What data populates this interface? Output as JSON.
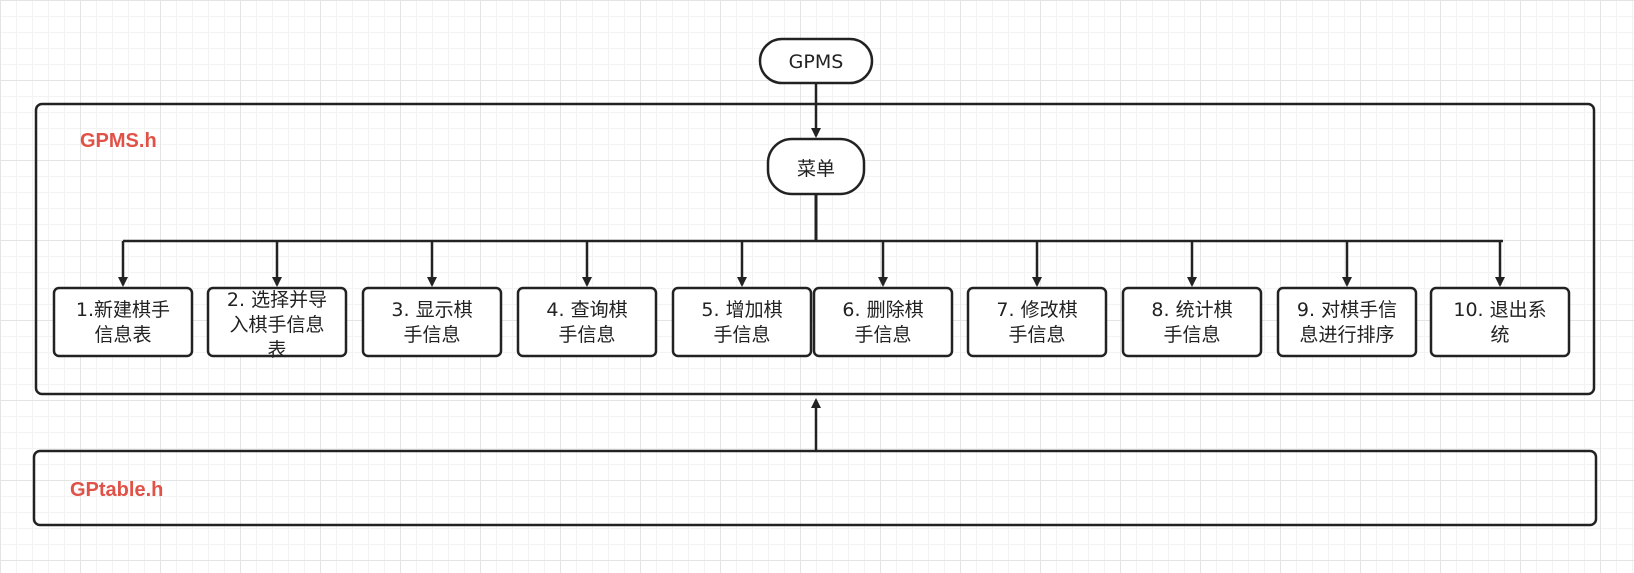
{
  "root": {
    "label": "GPMS"
  },
  "menu": {
    "label": "菜单"
  },
  "modules": {
    "gpms_h": "GPMS.h",
    "gptable_h": "GPtable.h"
  },
  "functions": [
    {
      "id": "create",
      "lines": [
        "1.新建棋手",
        "信息表"
      ]
    },
    {
      "id": "import",
      "lines": [
        "2. 选择并导",
        "入棋手信息",
        "表"
      ]
    },
    {
      "id": "display",
      "lines": [
        "3. 显示棋",
        "手信息"
      ]
    },
    {
      "id": "query",
      "lines": [
        "4. 查询棋",
        "手信息"
      ]
    },
    {
      "id": "add",
      "lines": [
        "5. 增加棋",
        "手信息"
      ]
    },
    {
      "id": "delete",
      "lines": [
        "6. 删除棋",
        "手信息"
      ]
    },
    {
      "id": "modify",
      "lines": [
        "7. 修改棋",
        "手信息"
      ]
    },
    {
      "id": "stats",
      "lines": [
        "8. 统计棋",
        "手信息"
      ]
    },
    {
      "id": "sort",
      "lines": [
        "9. 对棋手信",
        "息进行排序"
      ]
    },
    {
      "id": "exit",
      "lines": [
        "10. 退出系",
        "统"
      ]
    }
  ],
  "colors": {
    "module_label": "#e05248",
    "stroke": "#222222"
  }
}
